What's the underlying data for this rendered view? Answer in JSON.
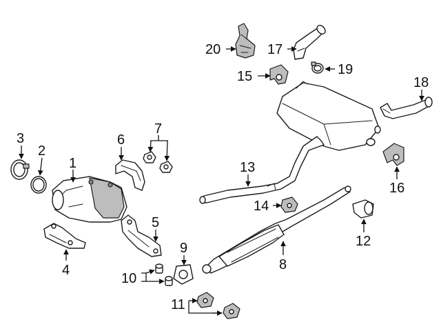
{
  "callouts": {
    "c1": "1",
    "c2": "2",
    "c3": "3",
    "c4": "4",
    "c5": "5",
    "c6": "6",
    "c7": "7",
    "c8": "8",
    "c9": "9",
    "c10": "10",
    "c11": "11",
    "c12": "12",
    "c13": "13",
    "c14": "14",
    "c15": "15",
    "c16": "16",
    "c17": "17",
    "c18": "18",
    "c19": "19",
    "c20": "20"
  },
  "colors": {
    "line": "#1a1a1a",
    "fill": "#ffffff",
    "shade": "#bdbdbd"
  }
}
